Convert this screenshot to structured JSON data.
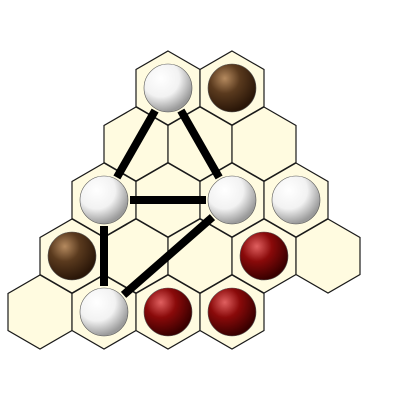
{
  "game": {
    "board": {
      "cell_fill": "#fffbe0",
      "cell_stroke": "#1a1a1a",
      "cells": [
        {
          "row": 0,
          "col": 0
        },
        {
          "row": 0,
          "col": 1
        },
        {
          "row": 1,
          "col": 0
        },
        {
          "row": 1,
          "col": 1
        },
        {
          "row": 1,
          "col": 2
        },
        {
          "row": 2,
          "col": 0
        },
        {
          "row": 2,
          "col": 1
        },
        {
          "row": 2,
          "col": 2
        },
        {
          "row": 2,
          "col": 3
        },
        {
          "row": 3,
          "col": 0
        },
        {
          "row": 3,
          "col": 1
        },
        {
          "row": 3,
          "col": 2
        },
        {
          "row": 3,
          "col": 3
        },
        {
          "row": 3,
          "col": 4
        },
        {
          "row": 4,
          "col": 0
        },
        {
          "row": 4,
          "col": 1
        },
        {
          "row": 4,
          "col": 2
        },
        {
          "row": 4,
          "col": 3
        }
      ]
    },
    "piece_colors": {
      "white": "#f2f2f2",
      "brown": "#5a3a1e",
      "red": "#8a0a0a"
    },
    "pieces": [
      {
        "row": 0,
        "col": 0,
        "color": "white"
      },
      {
        "row": 0,
        "col": 1,
        "color": "brown"
      },
      {
        "row": 2,
        "col": 0,
        "color": "white"
      },
      {
        "row": 2,
        "col": 2,
        "color": "white"
      },
      {
        "row": 2,
        "col": 3,
        "color": "white"
      },
      {
        "row": 3,
        "col": 0,
        "color": "brown"
      },
      {
        "row": 3,
        "col": 3,
        "color": "red"
      },
      {
        "row": 4,
        "col": 1,
        "color": "white"
      },
      {
        "row": 4,
        "col": 2,
        "color": "red"
      },
      {
        "row": 4,
        "col": 3,
        "color": "red"
      }
    ],
    "links": [
      {
        "from": {
          "row": 0,
          "col": 0
        },
        "to": {
          "row": 2,
          "col": 0
        }
      },
      {
        "from": {
          "row": 0,
          "col": 0
        },
        "to": {
          "row": 2,
          "col": 2
        }
      },
      {
        "from": {
          "row": 2,
          "col": 0
        },
        "to": {
          "row": 2,
          "col": 2
        }
      },
      {
        "from": {
          "row": 2,
          "col": 0
        },
        "to": {
          "row": 4,
          "col": 1
        }
      },
      {
        "from": {
          "row": 2,
          "col": 2
        },
        "to": {
          "row": 4,
          "col": 1
        }
      }
    ],
    "link_color": "#000000"
  }
}
